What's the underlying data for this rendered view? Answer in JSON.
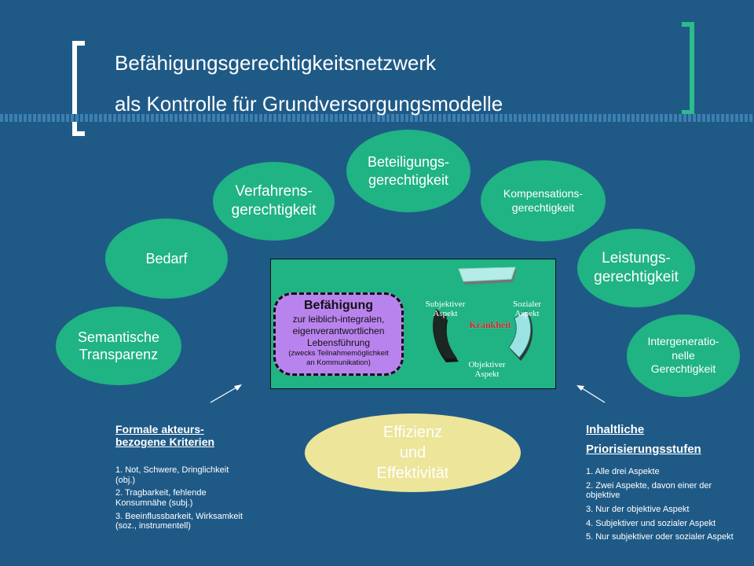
{
  "title": {
    "line1": "Befähigungsgerechtigkeitsnetzwerk",
    "line2": "als Kontrolle für Grundversorgungsmodelle"
  },
  "bubbles": {
    "semantische": [
      "Semantische",
      "Transparenz"
    ],
    "bedarf": [
      "Bedarf"
    ],
    "verfahrens": [
      "Verfahrens-",
      "gerechtigkeit"
    ],
    "beteiligungs": [
      "Beteiligungs-",
      "gerechtigkeit"
    ],
    "kompensations": [
      "Kompensations-",
      "gerechtigkeit"
    ],
    "leistungs": [
      "Leistungs-",
      "gerechtigkeit"
    ],
    "intergenerationelle": [
      "Intergeneratio-",
      "nelle",
      "Gerechtigkeit"
    ]
  },
  "center": {
    "ability_title": "Befähigung",
    "ability_lines": [
      "zur leiblich-integralen,",
      "eigenverantwortlichen",
      "Lebensführung"
    ],
    "ability_note": [
      "(zwecks Teilnahmemöglichkeit",
      "an Kommunikation)"
    ],
    "aspects": {
      "subjektiver": [
        "Subjektiver",
        "Aspekt"
      ],
      "sozialer": [
        "Sozialer",
        "Aspekt"
      ],
      "objektiver": [
        "Objektiver",
        "Aspekt"
      ],
      "krankheit": "Krankheit"
    }
  },
  "effizienz": [
    "Effizienz",
    "und",
    "Effektivität"
  ],
  "left_criteria": {
    "heading": [
      "Formale akteurs-",
      "bezogene Kriterien"
    ],
    "items": [
      "1. Not, Schwere, Dringlichkeit (obj.)",
      "2. Tragbarkeit, fehlende Konsumnähe (subj.)",
      "3. Beeinflussbarkeit, Wirksamkeit (soz., instrumentell)"
    ]
  },
  "right_criteria": {
    "heading": [
      "Inhaltliche",
      "Priorisierungsstufen"
    ],
    "items": [
      "1. Alle drei Aspekte",
      "2. Zwei Aspekte, davon einer der objektive",
      "3. Nur der objektive Aspekt",
      "4. Subjektiver und sozialer Aspekt",
      "5. Nur subjektiver oder sozialer Aspekt"
    ]
  }
}
